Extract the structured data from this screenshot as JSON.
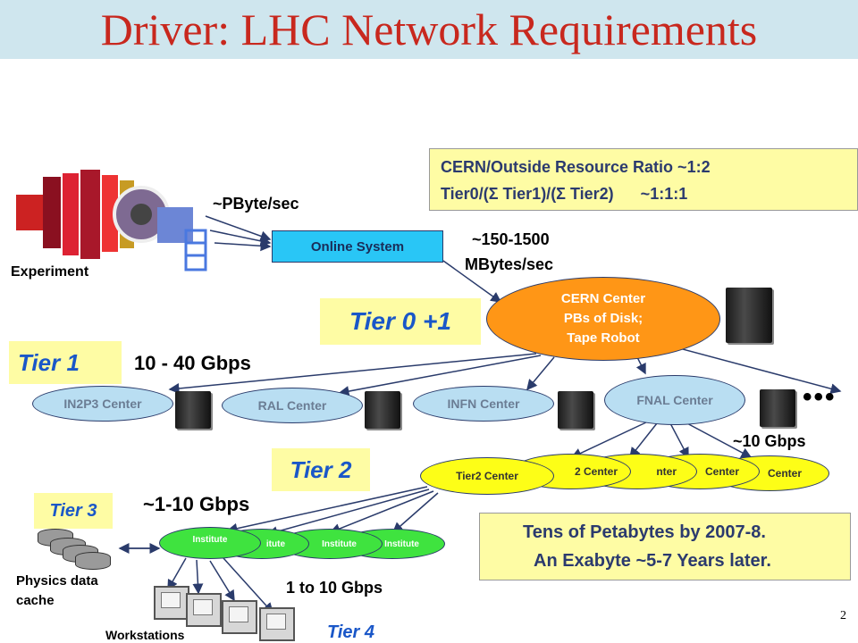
{
  "title": "Driver: LHC Network Requirements",
  "resource_box": {
    "line1": "CERN/Outside Resource Ratio ~1:2",
    "line2": "Tier0/(Σ Tier1)/(Σ Tier2)      ~1:1:1"
  },
  "labels": {
    "pbyte": "~PByte/sec",
    "experiment": "Experiment",
    "online_system": "Online System",
    "mbytes_1": "~150-1500",
    "mbytes_2": "MBytes/sec",
    "gbps_tier1": "10 - 40 Gbps",
    "gbps_tier2": "~10 Gbps",
    "gbps_tier3": "~1-10 Gbps",
    "gbps_tier4": "1 to 10 Gbps",
    "physics_cache": "Physics data\ncache",
    "workstations": "Workstations",
    "slide_number": "2",
    "ellipsis": "•••"
  },
  "cern_center": {
    "line1": "CERN Center",
    "line2": "PBs of Disk;",
    "line3": "Tape Robot"
  },
  "tiers": {
    "tier01": "Tier 0 +1",
    "tier1": "Tier 1",
    "tier2": "Tier 2",
    "tier3": "Tier 3",
    "tier4": "Tier 4"
  },
  "tier1_centers": [
    "IN2P3 Center",
    "RAL Center",
    "INFN Center",
    "FNAL Center"
  ],
  "tier2_centers": [
    "Tier2 Center",
    "2 Center",
    "nter",
    "Center",
    "Center"
  ],
  "institutes": [
    "Institute",
    "itute",
    "Institute",
    "Institute"
  ],
  "exabyte_box": {
    "line1": "Tens of Petabytes by 2007-8.",
    "line2": "An Exabyte ~5-7 Years later."
  }
}
